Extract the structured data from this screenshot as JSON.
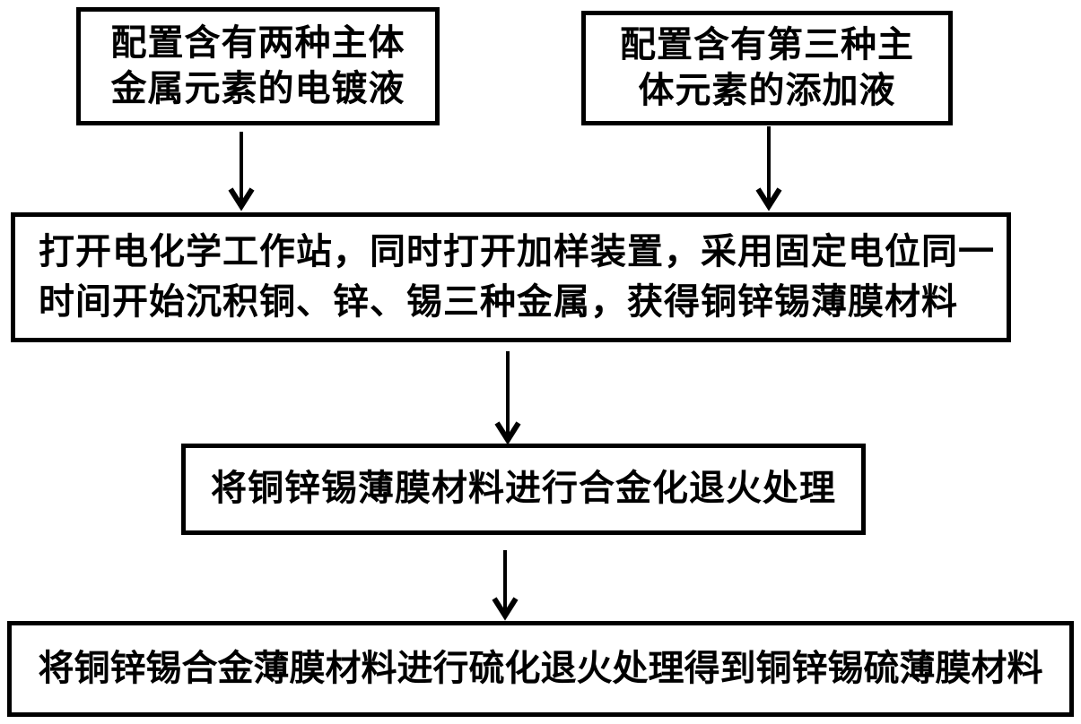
{
  "diagram": {
    "type": "flowchart",
    "colors": {
      "background": "#ffffff",
      "line": "#000000",
      "text": "#000000"
    },
    "nodes": {
      "plating": {
        "id": "prepare-plating-solution",
        "text": "配置含有两种主体\n金属元素的电镀液"
      },
      "additive": {
        "id": "prepare-additive-solution",
        "text": "配置含有第三种主\n体元素的添加液"
      },
      "deposit": {
        "id": "electrochemical-deposition",
        "text": "打开电化学工作站，同时打开加样装置，采用固定电位同一\n时间开始沉积铜、锌、锡三种金属，获得铜锌锡薄膜材料"
      },
      "alloy": {
        "id": "alloying-anneal",
        "text": "将铜锌锡薄膜材料进行合金化退火处理"
      },
      "sulfur": {
        "id": "sulfurization-anneal",
        "text": "将铜锌锡合金薄膜材料进行硫化退火处理得到铜锌锡硫薄膜材料"
      }
    },
    "edges": [
      {
        "from": "prepare-plating-solution",
        "to": "electrochemical-deposition"
      },
      {
        "from": "prepare-additive-solution",
        "to": "electrochemical-deposition"
      },
      {
        "from": "electrochemical-deposition",
        "to": "alloying-anneal"
      },
      {
        "from": "alloying-anneal",
        "to": "sulfurization-anneal"
      }
    ]
  }
}
